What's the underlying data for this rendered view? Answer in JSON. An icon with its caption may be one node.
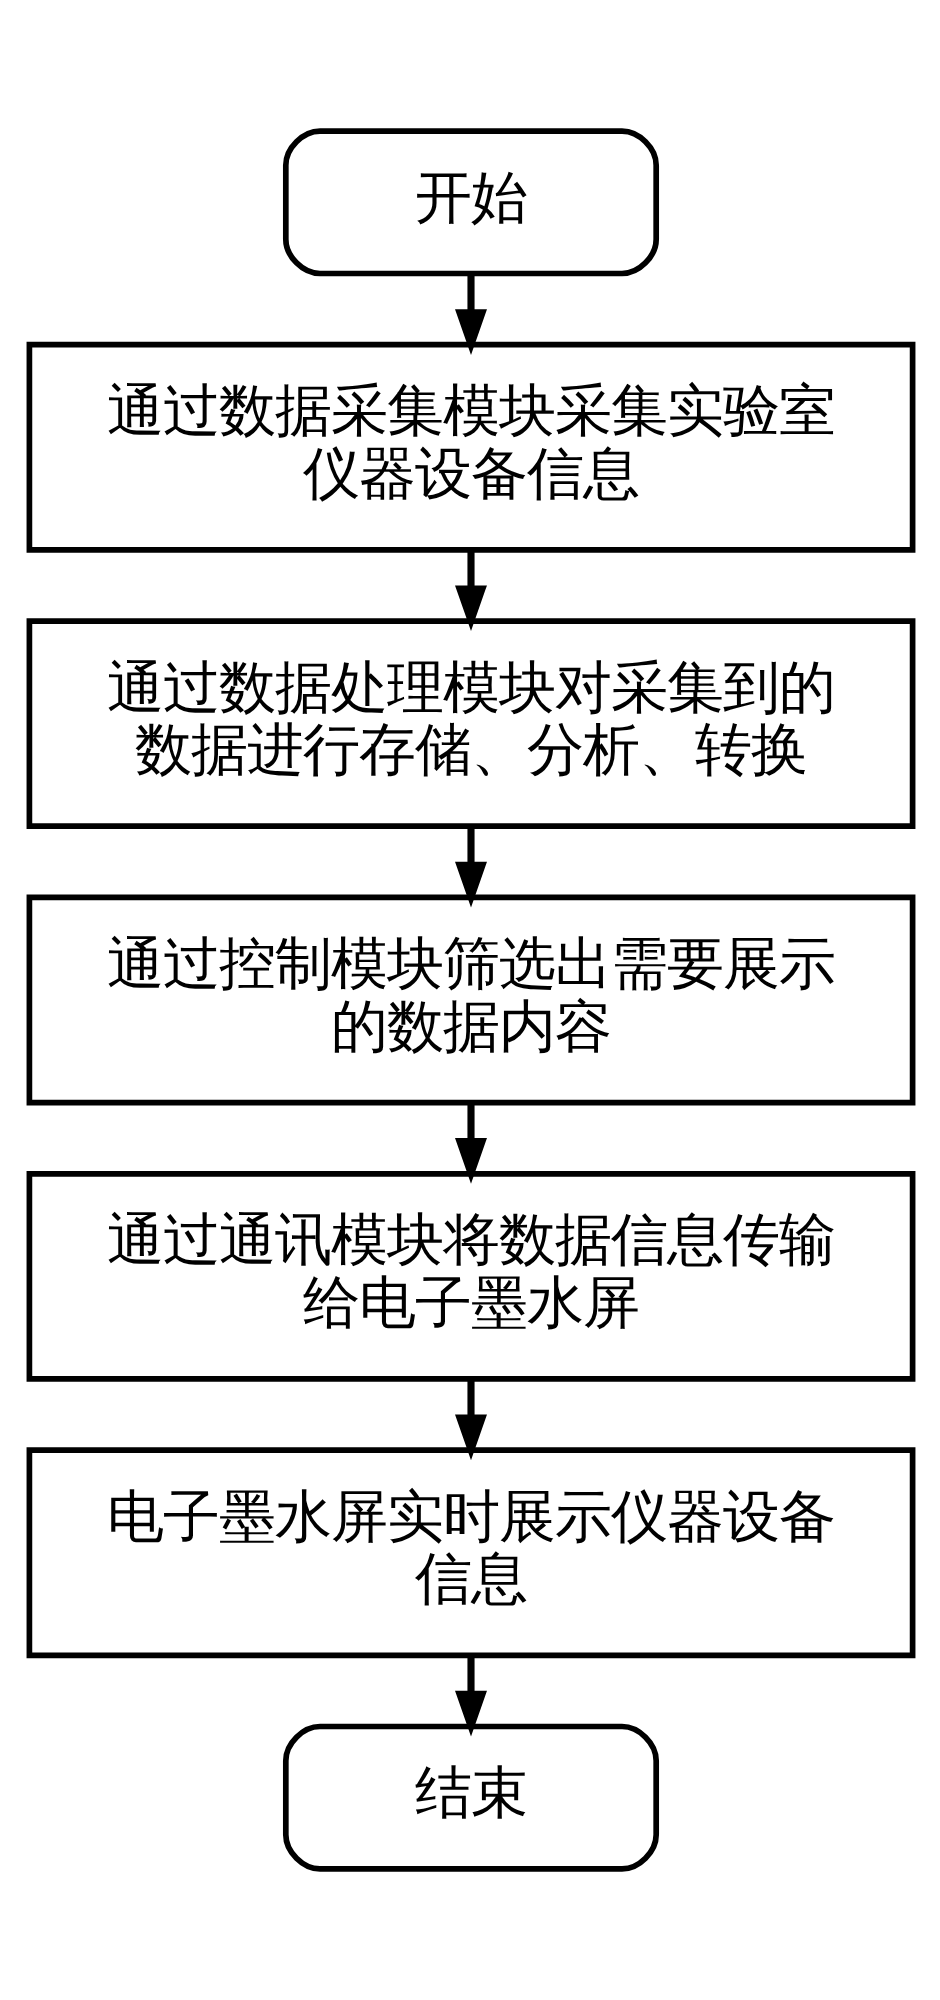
{
  "diagram": {
    "nodes": [
      {
        "text": [
          "开始"
        ]
      },
      {
        "text": [
          "通过数据采集模块采集实验室仪器设备信息"
        ]
      },
      {
        "text": [
          "通过数据处理模块对采集到的数据进行存储、分析、转换"
        ]
      },
      {
        "text": [
          "通过控制模块筛选出需要展示的数据内容"
        ]
      },
      {
        "text": [
          "通过通讯模块将数据信息传输给电子墨水屏"
        ]
      },
      {
        "text": [
          "电子墨水屏实时展示仪器设备信息"
        ]
      },
      {
        "text": [
          "结束"
        ]
      }
    ],
    "edges": [
      {
        "from": 0,
        "to": 1,
        "arrow": "to"
      },
      {
        "from": 1,
        "to": 2,
        "arrow": "to"
      },
      {
        "from": 2,
        "to": 3,
        "arrow": "to"
      },
      {
        "from": 3,
        "to": 4,
        "arrow": "to"
      },
      {
        "from": 4,
        "to": 5,
        "arrow": "to"
      },
      {
        "from": 5,
        "to": 6,
        "arrow": "to"
      }
    ]
  }
}
